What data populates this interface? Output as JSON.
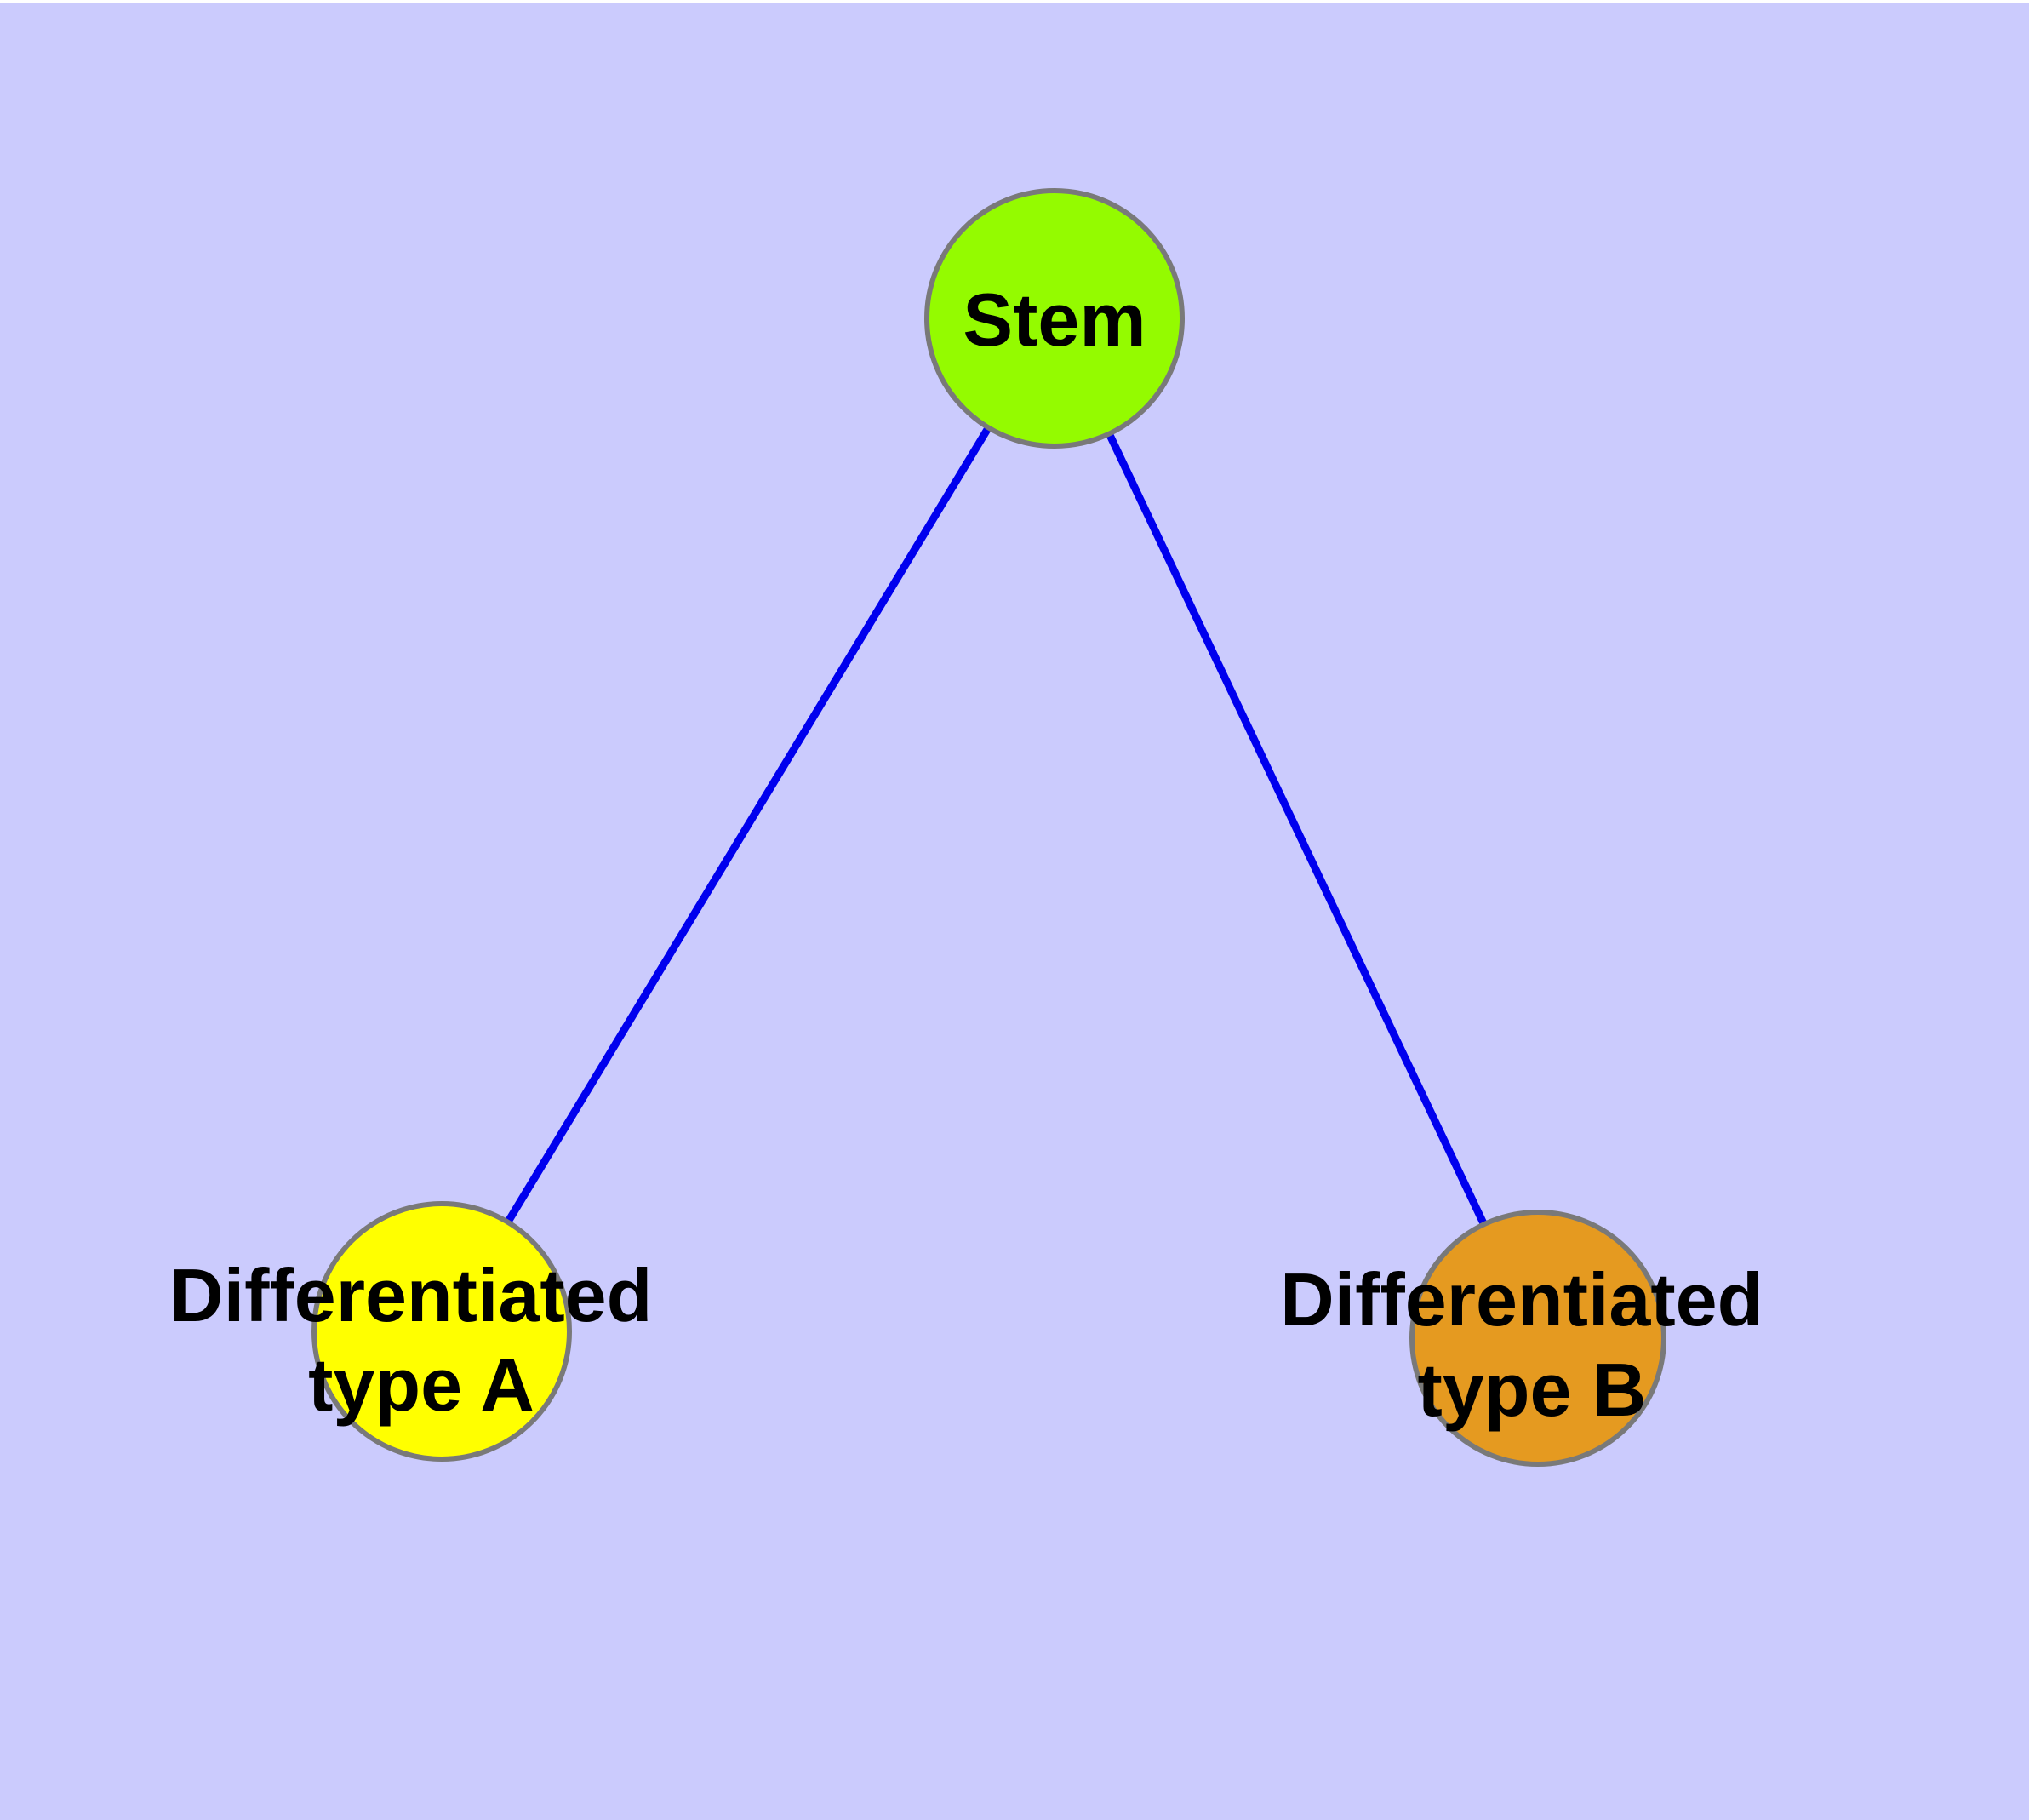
{
  "figure": {
    "description": "Graph diagram of a stem cell differentiating into two cell types",
    "background_color": "#CBCBFD",
    "top_strip_color": "#FFFFFF",
    "edge_color": "#0000EE",
    "node_border_color": "#797979",
    "label_color": "#000000"
  },
  "nodes": {
    "stem": {
      "label": "Stem",
      "fill": "#94FB00"
    },
    "type_a": {
      "label_line1": "Differentiated",
      "label_line2": "type A",
      "fill": "#FFFF00"
    },
    "type_b": {
      "label_line1": "Differentiated",
      "label_line2": "type B",
      "fill": "#E59A20"
    }
  },
  "edges": [
    {
      "from": "Stem",
      "to": "Differentiated type A"
    },
    {
      "from": "Stem",
      "to": "Differentiated type B"
    }
  ]
}
